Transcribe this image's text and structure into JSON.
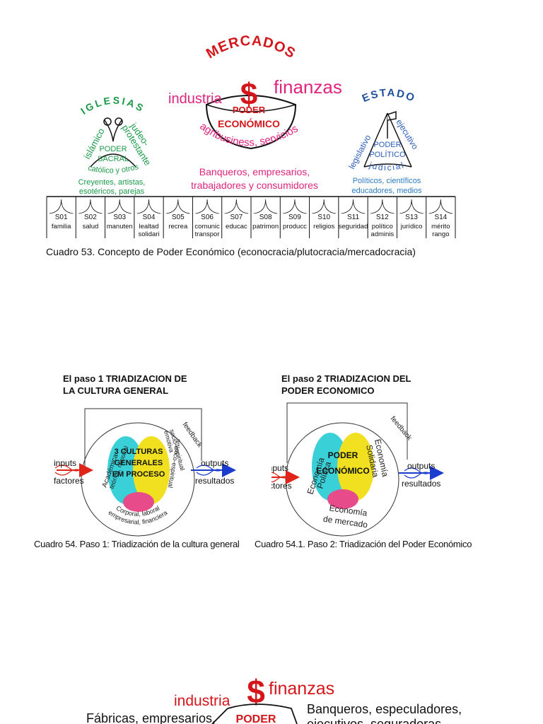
{
  "fig53": {
    "mercados": "MERCADOS",
    "dollar": "$",
    "industria": "industria",
    "finanzas": "finanzas",
    "poder_line1": "PODER",
    "poder_line2": "ECONÓMICO",
    "agribusiness": "agribusiness, servicios",
    "banqueros_line1": "Banqueros, empresarios,",
    "banqueros_line2": "trabajadores y consumidores",
    "iglesias": "IGLESIAS",
    "islamico": "islámico",
    "judeo": "judeo-",
    "protestante": "protestante",
    "poder_sacral_1": "PODER",
    "poder_sacral_2": "SACRAL",
    "catolico": "católico y otros",
    "creyentes_line1": "Creyentes, artistas,",
    "creyentes_line2": "esotéricos, parejas",
    "estado": "ESTADO",
    "legislativo": "legislativo",
    "ejecutivo": "ejecutivo",
    "judicial": "judicial",
    "poder_politico_1": "PODER",
    "poder_politico_2": "POLÍTICO",
    "politicos_line1": "Políticos, científicos",
    "politicos_line2": "educadores, medios",
    "sectors": [
      {
        "code": "S01",
        "line1": "familia",
        "line2": ""
      },
      {
        "code": "S02",
        "line1": "salud",
        "line2": ""
      },
      {
        "code": "S03",
        "line1": "manuten",
        "line2": ""
      },
      {
        "code": "S04",
        "line1": "lealtad",
        "line2": "solidari"
      },
      {
        "code": "S05",
        "line1": "recrea",
        "line2": ""
      },
      {
        "code": "S06",
        "line1": "comunic",
        "line2": "transpor"
      },
      {
        "code": "S07",
        "line1": "educac",
        "line2": ""
      },
      {
        "code": "S08",
        "line1": "patrimon",
        "line2": ""
      },
      {
        "code": "S09",
        "line1": "producc",
        "line2": ""
      },
      {
        "code": "S10",
        "line1": "religios",
        "line2": ""
      },
      {
        "code": "S11",
        "line1": "seguridad",
        "line2": ""
      },
      {
        "code": "S12",
        "line1": "político",
        "line2": "adminis"
      },
      {
        "code": "S13",
        "line1": "jurídico",
        "line2": ""
      },
      {
        "code": "S14",
        "line1": "mérito",
        "line2": "rango"
      }
    ],
    "caption": "Cuadro 53. Concepto de Poder Económico (econocracia/plutocracia/mercadocracia)"
  },
  "step1": {
    "title_line1": "El paso 1 TRIADIZACION DE",
    "title_line2": "LA CULTURA GENERAL",
    "center_1": "3 CULTURAS",
    "center_2": "GENERALES",
    "center_3": "EM PROCESO",
    "academica_1": "Académica",
    "academica_2": "teórica, racional",
    "emotiva_1": "emotiva",
    "emotiva_2": "socio-espiritual",
    "emotiva_3": "artístico-espiritual",
    "corporal_1": "Corporal, laboral",
    "corporal_2": "empresarial, financiera",
    "feedback": "feedback",
    "inputs": "inputs",
    "factores": "factores",
    "outputs": "outputs",
    "resultados": "resultados",
    "caption": "Cuadro 54. Paso 1: Triadización de la cultura general"
  },
  "step2": {
    "title_line1": "El paso 2 TRIADIZACION  DEL",
    "title_line2": "PODER ECONOMICO",
    "center_1": "PODER",
    "center_2": "ECONÓMICO",
    "politica_1": "Economía",
    "politica_2": "Política",
    "solidaria_1": "Economía",
    "solidaria_2": "Solidaria",
    "mercado_1": "Economía",
    "mercado_2": "de mercado",
    "feedback": "feedback",
    "inputs": "inputs",
    "factores": "factores",
    "outputs": "outputs",
    "resultados": "resultados",
    "caption": "Cuadro 54.1. Paso 2: Triadización del Poder Económico"
  },
  "fig55": {
    "dollar": "$",
    "industria": "industria",
    "finanzas": "finanzas",
    "fabricas": "Fábricas, empresarios,",
    "poder": "PODER",
    "banqueros": "Banqueros, especuladores,",
    "ejecutivos": "ejecutivos, seguradoras"
  }
}
